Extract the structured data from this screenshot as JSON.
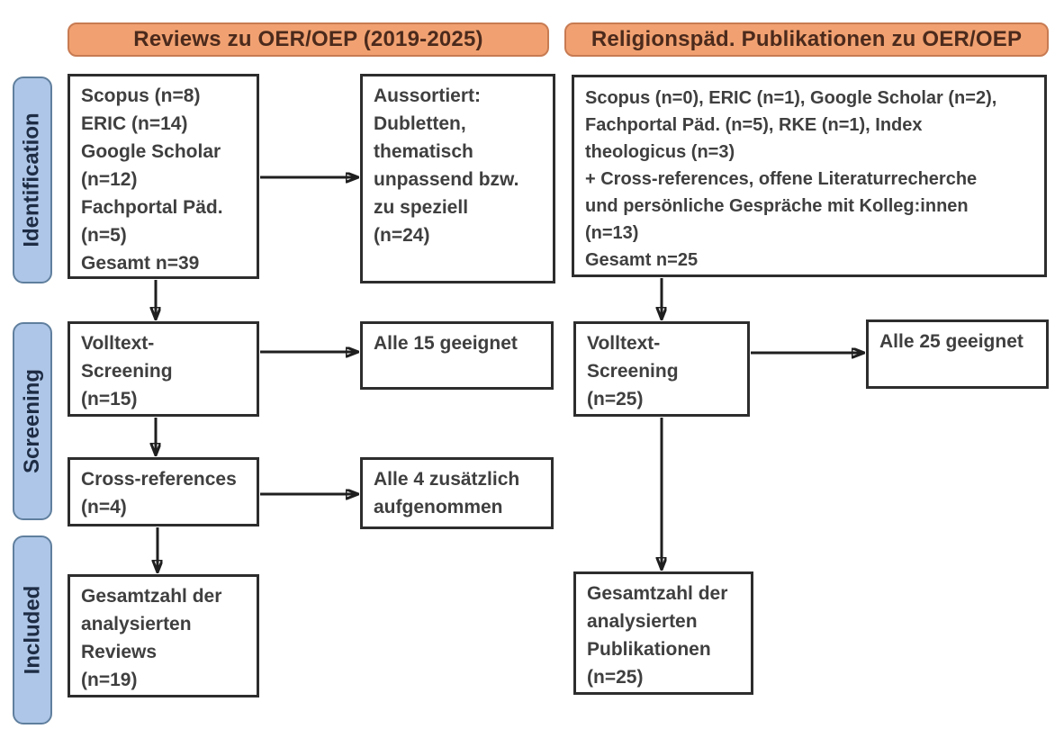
{
  "headers": {
    "left": "Reviews zu OER/OEP (2019-2025)",
    "right": "Religionspäd. Publikationen zu OER/OEP"
  },
  "stage_labels": {
    "identification": "Identification",
    "screening": "Screening",
    "included": "Included"
  },
  "left_flow": {
    "identification_sources": "Scopus (n=8)\nERIC (n=14)\nGoogle Scholar\n(n=12)\nFachportal Päd.\n(n=5)\nGesamt n=39",
    "excluded": "Aussortiert:\nDubletten,\nthematisch\nunpassend bzw.\nzu speziell\n(n=24)",
    "fulltext_screening": "Volltext-\nScreening\n(n=15)",
    "fulltext_result": "Alle 15 geeignet",
    "cross_references": "Cross-references\n(n=4)",
    "cross_references_result": "Alle 4 zusätzlich\naufgenommen",
    "included_total": "Gesamtzahl der\nanalysierten\nReviews\n(n=19)"
  },
  "right_flow": {
    "identification_sources": "Scopus (n=0), ERIC (n=1), Google Scholar (n=2),\nFachportal Päd. (n=5), RKE (n=1), Index\ntheologicus (n=3)\n+ Cross-references, offene Literaturrecherche\nund persönliche Gespräche mit Kolleg:innen\n(n=13)\nGesamt n=25",
    "fulltext_screening": "Volltext-\nScreening\n(n=25)",
    "fulltext_result": "Alle 25 geeignet",
    "included_total": "Gesamtzahl der\nanalysierten\nPublikationen\n(n=25)"
  },
  "colors": {
    "header_fill": "#f1a171",
    "header_border": "#c87b52",
    "header_text": "#4b2a1c",
    "stage_fill": "#aec6e7",
    "stage_border": "#607f9e",
    "box_border": "#2d2d2d",
    "box_text": "#3f3f3f",
    "arrow": "#1f1f1f"
  }
}
